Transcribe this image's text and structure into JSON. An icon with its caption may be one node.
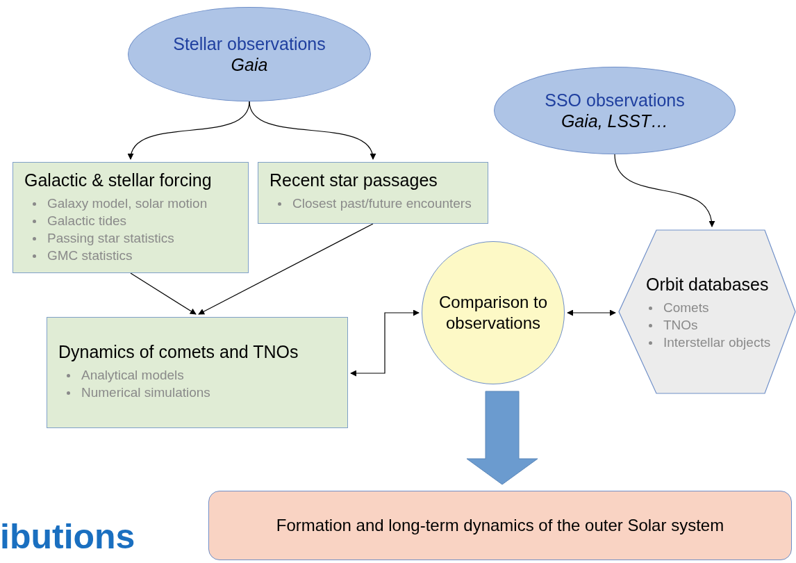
{
  "diagram": {
    "nodes": [
      {
        "text": [
          "Stellar observations",
          "Gaia"
        ]
      },
      {
        "text": [
          "SSO observations",
          "Gaia, LSST…"
        ]
      },
      {
        "text": [
          "Galactic & stellar forcing",
          "Galaxy model, solar motion",
          "Galactic tides",
          "Passing star statistics",
          "GMC statistics"
        ]
      },
      {
        "text": [
          "Recent star passages",
          "Closest past/future encounters"
        ]
      },
      {
        "text": [
          "Dynamics of comets and TNOs",
          "Analytical models",
          "Numerical simulations"
        ]
      },
      {
        "text": [
          "Comparison to observations"
        ]
      },
      {
        "text": [
          "Orbit databases",
          "Comets",
          "TNOs",
          "Interstellar objects"
        ]
      },
      {
        "text": [
          "Formation and long-term dynamics of the outer Solar system"
        ]
      }
    ],
    "edges": [
      {
        "from": 0,
        "to": 2,
        "arrow": "to"
      },
      {
        "from": 0,
        "to": 3,
        "arrow": "to"
      },
      {
        "from": 1,
        "to": 6,
        "arrow": "to"
      },
      {
        "from": 2,
        "to": 4,
        "arrow": "to"
      },
      {
        "from": 3,
        "to": 4,
        "arrow": "to"
      },
      {
        "from": 4,
        "to": 5,
        "arrow": "both"
      },
      {
        "from": 5,
        "to": 6,
        "arrow": "both"
      },
      {
        "from": 5,
        "to": 7,
        "arrow": "to",
        "style": "thick",
        "color": "#6b9bcf"
      }
    ],
    "labels": [
      "ibutions"
    ]
  }
}
